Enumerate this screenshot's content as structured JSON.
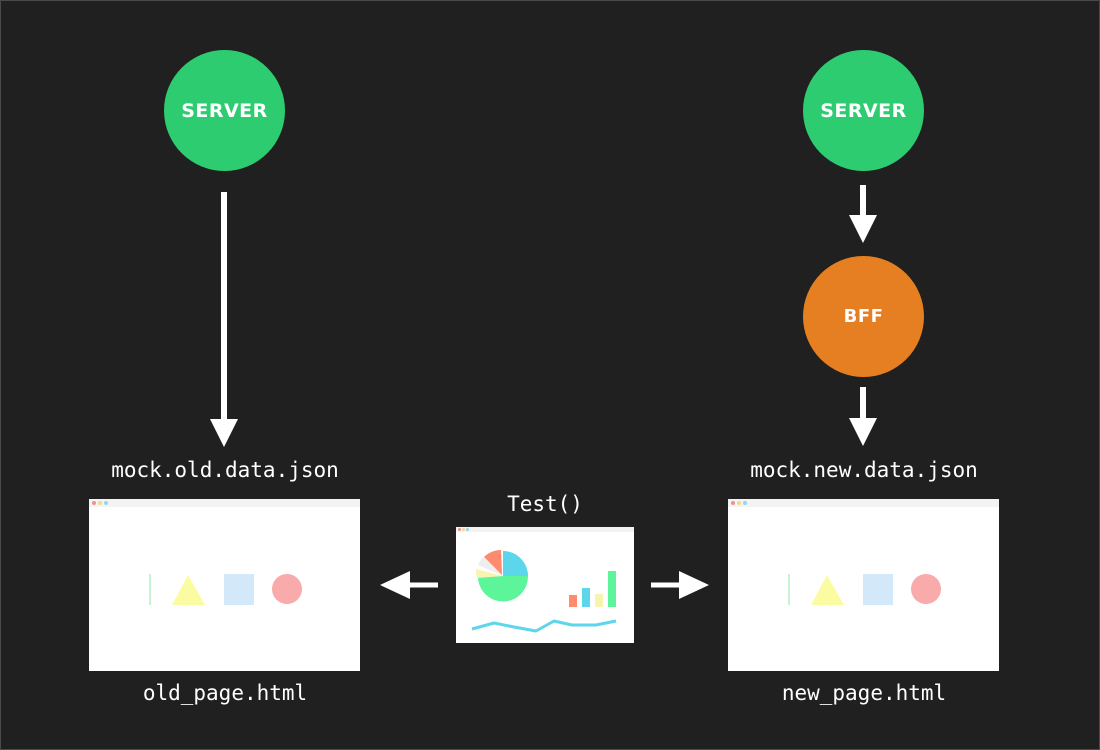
{
  "colors": {
    "background": "#202020",
    "server": "#2ecc71",
    "bff": "#e67e22",
    "arrow": "#ffffff"
  },
  "left": {
    "server_label": "SERVER",
    "mock_label": "mock.old.data.json",
    "page_label": "old_page.html"
  },
  "right": {
    "server_label": "SERVER",
    "bff_label": "BFF",
    "mock_label": "mock.new.data.json",
    "page_label": "new_page.html"
  },
  "center": {
    "test_label": "Test()"
  },
  "page_shapes": [
    "line",
    "triangle",
    "square",
    "circle"
  ],
  "shape_colors": {
    "line": "#c8f2d4",
    "triangle": "#fbfba2",
    "square": "#d3e8f8",
    "circle": "#f9aaaa"
  },
  "test_thumbnail": {
    "pie_colors": [
      "#5cd6ea",
      "#5cf59a",
      "#f9f3b0",
      "#ff8a6e",
      "#dddddd"
    ],
    "bar_colors": [
      "#ff8a6e",
      "#5cd6ea",
      "#f9f3b0",
      "#5cf59a"
    ],
    "line_color": "#5cd6ea"
  }
}
